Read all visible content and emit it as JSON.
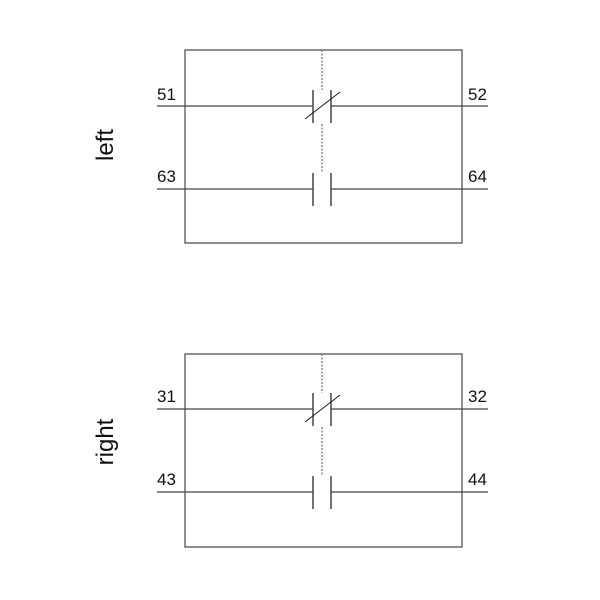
{
  "diagram": {
    "type": "auxiliary-contact-block-schematic",
    "colors": {
      "stroke": "#444444",
      "text": "#111111",
      "background": "#ffffff"
    },
    "blocks": [
      {
        "side_label": "left",
        "contacts": [
          {
            "type": "normally-closed",
            "terminal_in": "51",
            "terminal_out": "52"
          },
          {
            "type": "normally-open",
            "terminal_in": "63",
            "terminal_out": "64"
          }
        ]
      },
      {
        "side_label": "right",
        "contacts": [
          {
            "type": "normally-closed",
            "terminal_in": "31",
            "terminal_out": "32"
          },
          {
            "type": "normally-open",
            "terminal_in": "43",
            "terminal_out": "44"
          }
        ]
      }
    ]
  }
}
